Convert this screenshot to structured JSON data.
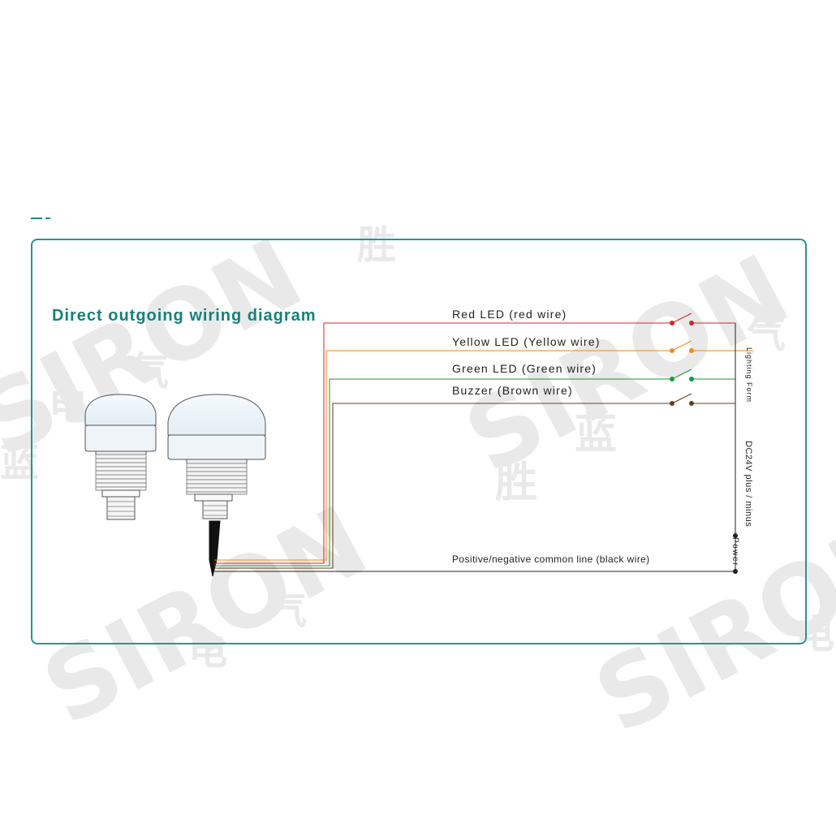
{
  "title": "Direct outgoing wiring diagram",
  "wires": [
    {
      "label": "Red LED (red wire)",
      "color": "#d8232a"
    },
    {
      "label": "Yellow LED (Yellow wire)",
      "color": "#ef8a1a"
    },
    {
      "label": "Green LED (Green wire)",
      "color": "#149a3c"
    },
    {
      "label": "Buzzer (Brown wire)",
      "color": "#6b3c1a"
    }
  ],
  "common_line": {
    "label": "Positive/negative common line (black wire)",
    "color": "#222222"
  },
  "right_labels": {
    "lighting": "Lighting Form",
    "dc": "DC24V plus / minus",
    "power": "Power"
  },
  "watermark": {
    "brand": "SIRON",
    "chars": [
      "胜",
      "蓝",
      "电",
      "气"
    ]
  },
  "colors": {
    "accent": "#16807c",
    "frame": "#2b9491"
  }
}
